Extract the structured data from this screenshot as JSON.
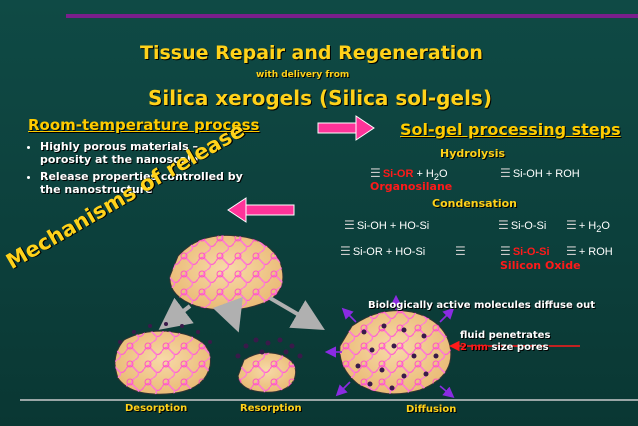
{
  "title": "Tissue Repair and Regeneration",
  "subtitle": "with delivery from",
  "title2": "Silica xerogels (Silica sol-gels)",
  "left_header": "Room-temperature process",
  "right_header": "Sol-gel processing steps",
  "bullets": [
    "Highly porous materials – porosity at the nanoscale",
    "Release properties controlled by the nanostructure"
  ],
  "hydrolysis": {
    "label": "Hydrolysis",
    "reactant": "Si-OR",
    "plus_h2o": "+ H",
    "sub2": "2",
    "o": "O",
    "product": "Si-OH + ROH",
    "note": "Organosilane"
  },
  "condensation": {
    "label": "Condensation",
    "eq1_left": "Si-OH + HO-Si",
    "eq1_right": "Si-O-Si",
    "eq1_plus": "+ H",
    "eq1_sub": "2",
    "eq1_o": "O",
    "eq2_left": "Si-OR + HO-Si",
    "eq2_product": "Si-O-Si",
    "eq2_plus": "+ ROH",
    "eq2_note": "Silicon Oxide"
  },
  "mechanisms": "Mechanisms of release",
  "diffuse_text": "Biologically active molecules diffuse out",
  "fluid_text": "fluid penetrates",
  "pore_size": "2 nm",
  "pore_text": "size pores",
  "labels": {
    "desorption": "Desorption",
    "resorption": "Resorption",
    "diffusion": "Diffusion"
  },
  "colors": {
    "title": "#ffd21a",
    "accent": "#ff3399",
    "red": "#ff1a1a",
    "purple": "#7a1f8c",
    "blob": "#f0c27a",
    "fiber": "#ff66cc"
  }
}
